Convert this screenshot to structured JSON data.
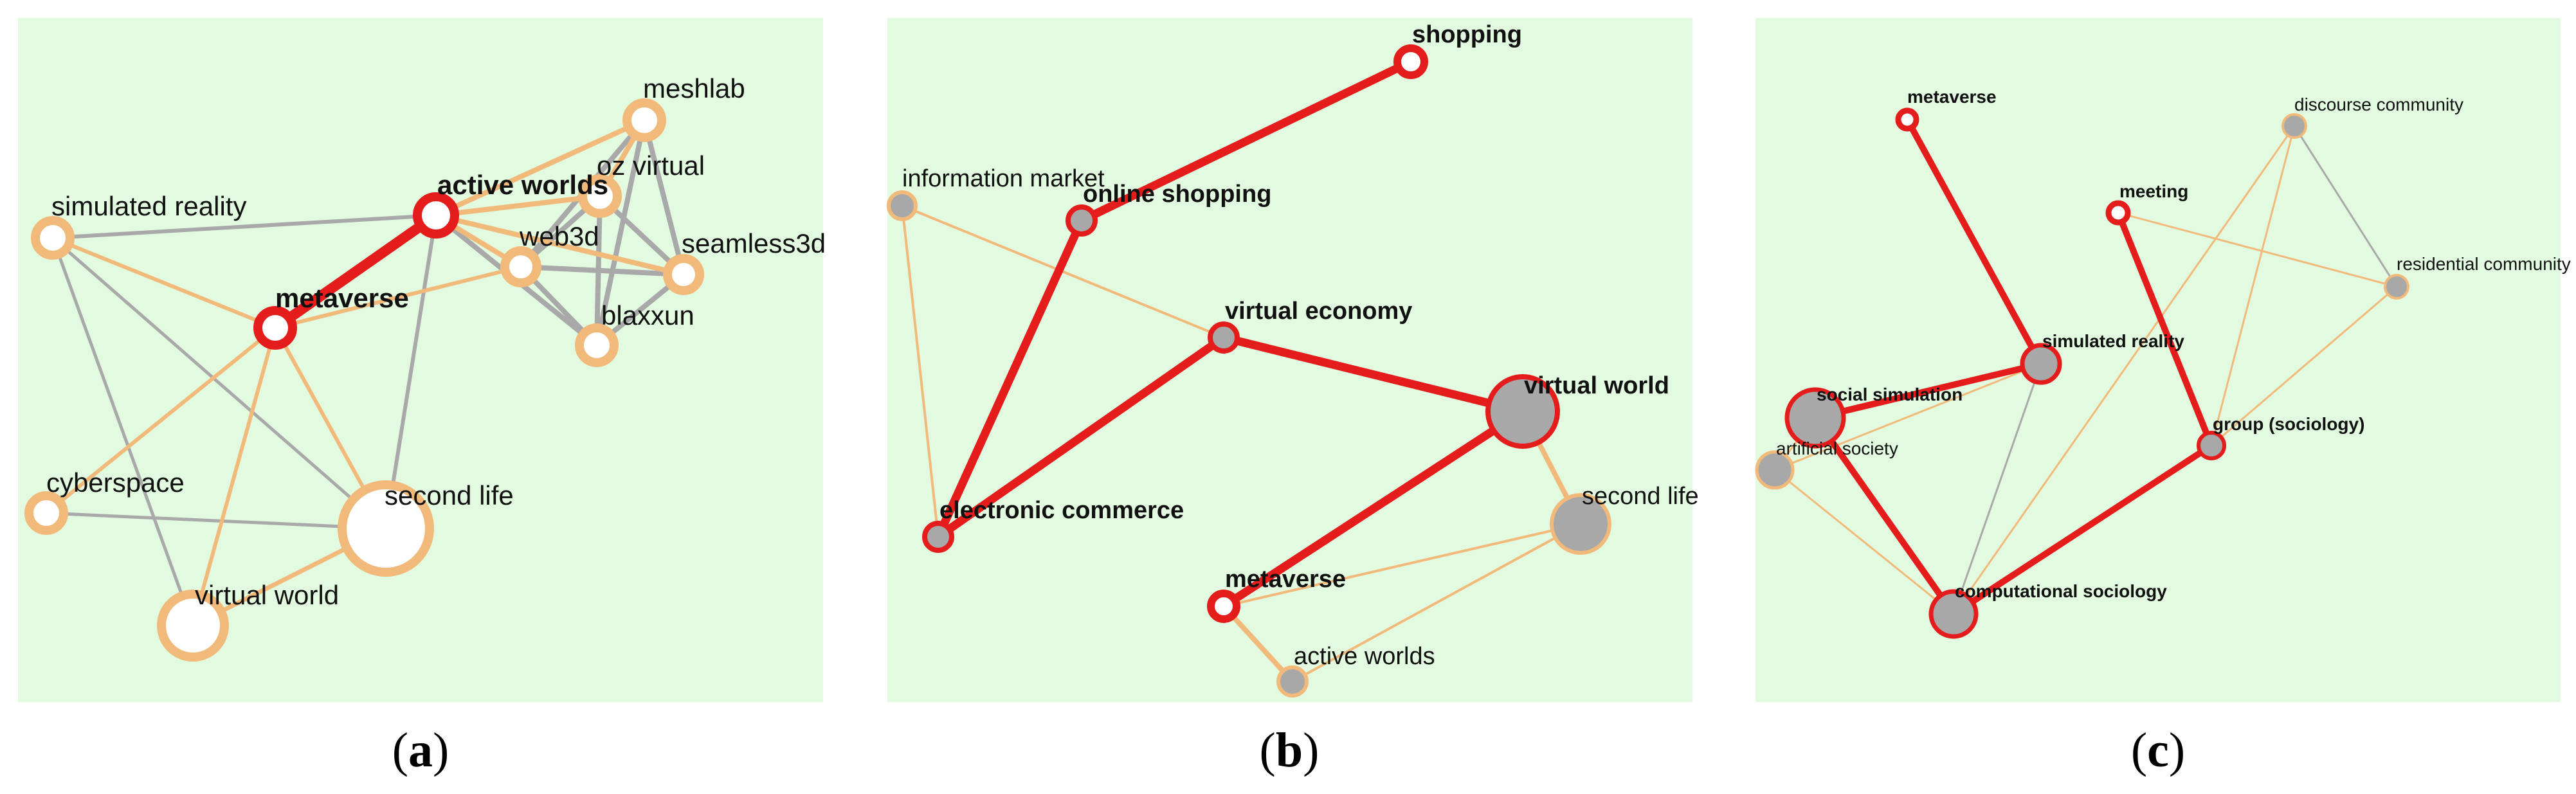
{
  "colors": {
    "panel_bg": "#e2fbe0",
    "highlight": "#e41c1c",
    "secondary": "#f2ba7a",
    "neutral": "#a9a9a9",
    "node_fill_light": "#ffffff",
    "node_fill_gray": "#a8a8a8"
  },
  "panels": [
    {
      "caption_open": "(",
      "caption_letter": "a",
      "caption_close": ")",
      "nodes": [
        {
          "id": "meshlab",
          "label": "meshlab",
          "style": "secondary",
          "bold": false
        },
        {
          "id": "active-worlds",
          "label": "active worlds",
          "style": "highlight",
          "bold": true
        },
        {
          "id": "oz-virtual",
          "label": "oz virtual",
          "style": "secondary",
          "bold": false
        },
        {
          "id": "simulated-reality",
          "label": "simulated reality",
          "style": "secondary",
          "bold": false
        },
        {
          "id": "web3d",
          "label": "web3d",
          "style": "secondary",
          "bold": false
        },
        {
          "id": "seamless3d",
          "label": "seamless3d",
          "style": "secondary",
          "bold": false
        },
        {
          "id": "metaverse",
          "label": "metaverse",
          "style": "highlight",
          "bold": true
        },
        {
          "id": "blaxxun",
          "label": "blaxxun",
          "style": "secondary",
          "bold": false
        },
        {
          "id": "cyberspace",
          "label": "cyberspace",
          "style": "secondary",
          "bold": false
        },
        {
          "id": "second-life",
          "label": "second life",
          "style": "secondary",
          "bold": false
        },
        {
          "id": "virtual-world",
          "label": "virtual world",
          "style": "secondary",
          "bold": false
        }
      ]
    },
    {
      "caption_open": "(",
      "caption_letter": "b",
      "caption_close": ")",
      "nodes": [
        {
          "id": "shopping",
          "label": "shopping",
          "style": "highlight",
          "bold": true
        },
        {
          "id": "information-market",
          "label": "information market",
          "style": "secondary",
          "bold": false
        },
        {
          "id": "online-shopping",
          "label": "online shopping",
          "style": "highlight",
          "bold": true
        },
        {
          "id": "virtual-economy",
          "label": "virtual economy",
          "style": "highlight",
          "bold": true
        },
        {
          "id": "virtual-world",
          "label": "virtual world",
          "style": "highlight",
          "bold": true
        },
        {
          "id": "second-life",
          "label": "second life",
          "style": "secondary",
          "bold": false
        },
        {
          "id": "electronic-commerce",
          "label": "electronic commerce",
          "style": "highlight",
          "bold": true
        },
        {
          "id": "metaverse",
          "label": "metaverse",
          "style": "highlight",
          "bold": true
        },
        {
          "id": "active-worlds",
          "label": "active worlds",
          "style": "secondary",
          "bold": false
        }
      ]
    },
    {
      "caption_open": "(",
      "caption_letter": "c",
      "caption_close": ")",
      "nodes": [
        {
          "id": "metaverse",
          "label": "metaverse",
          "style": "highlight",
          "bold": true
        },
        {
          "id": "discourse-community",
          "label": "discourse community",
          "style": "secondary",
          "bold": false
        },
        {
          "id": "meeting",
          "label": "meeting",
          "style": "highlight",
          "bold": true
        },
        {
          "id": "residential-community",
          "label": "residential community",
          "style": "secondary",
          "bold": false
        },
        {
          "id": "simulated-reality",
          "label": "simulated reality",
          "style": "highlight",
          "bold": true
        },
        {
          "id": "social-simulation",
          "label": "social simulation",
          "style": "highlight",
          "bold": true
        },
        {
          "id": "group-sociology",
          "label": "group (sociology)",
          "style": "highlight",
          "bold": true
        },
        {
          "id": "artificial-society",
          "label": "artificial society",
          "style": "secondary",
          "bold": false
        },
        {
          "id": "computational-sociology",
          "label": "computational sociology",
          "style": "highlight",
          "bold": true
        }
      ]
    }
  ]
}
